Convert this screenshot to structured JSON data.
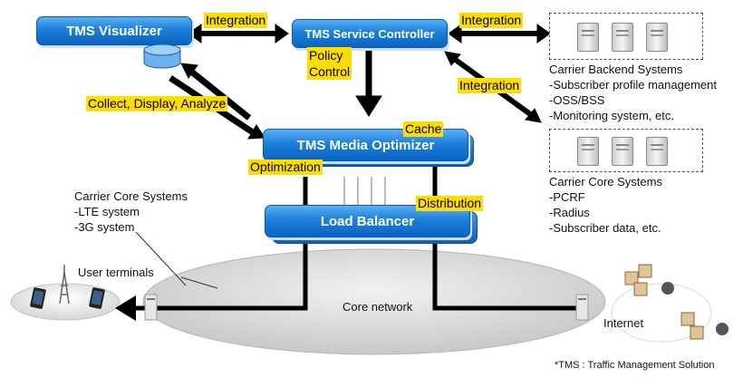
{
  "visualizer": {
    "label": "TMS Visualizer"
  },
  "service_controller": {
    "label": "TMS Service Controller"
  },
  "media_optimizer": {
    "label": "TMS Media Optimizer"
  },
  "load_balancer": {
    "label": "Load Balancer"
  },
  "labels": {
    "integration_left": "Integration",
    "integration_right": "Integration",
    "integration_diag": "Integration",
    "policy_control": "Policy\nControl",
    "collect": "Collect, Display, Analyze",
    "cache": "Cache",
    "optimization": "Optimization",
    "distribution": "Distribution"
  },
  "backend": {
    "title": "Carrier Backend Systems",
    "lines": [
      "-Subscriber profile management",
      "-OSS/BSS",
      "-Monitoring system, etc."
    ]
  },
  "core_right": {
    "title": "Carrier Core Systems",
    "lines": [
      "-PCRF",
      "-Radius",
      "-Subscriber data, etc."
    ]
  },
  "core_left": {
    "title": "Carrier Core Systems",
    "lines": [
      "-LTE system",
      "-3G system"
    ]
  },
  "network": {
    "core_network": "Core network",
    "user_terminals": "User terminals",
    "internet": "Internet"
  },
  "footnote": "*TMS : Traffic Management Solution",
  "colors": {
    "box_blue": "#1c7fd9",
    "label_yellow": "#ffdd00",
    "arrow": "#000000",
    "cloud": "#d4d4d4"
  }
}
